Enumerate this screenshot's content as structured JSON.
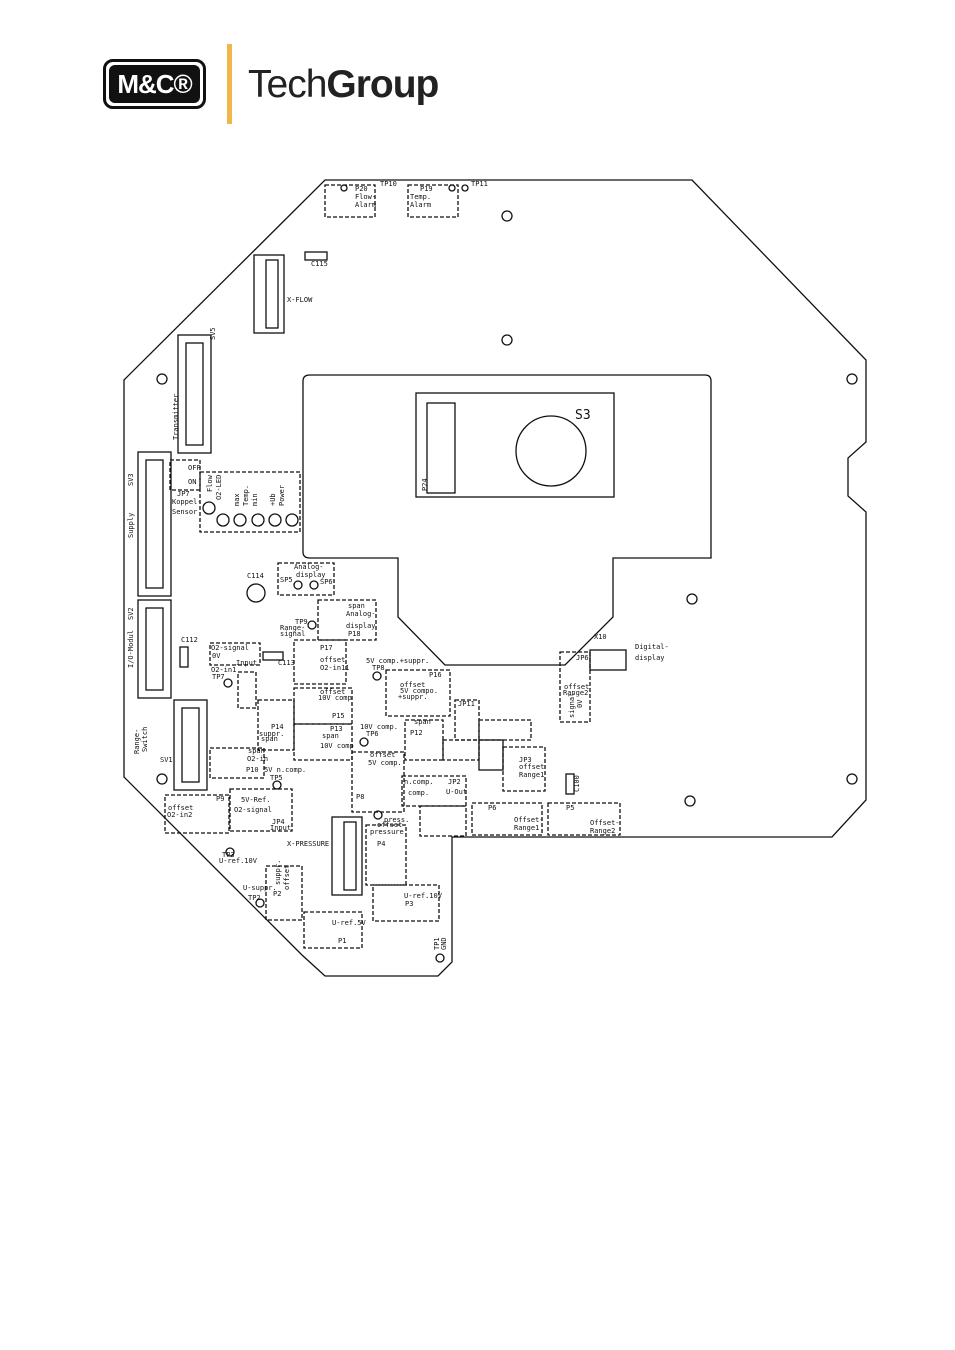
{
  "logo": {
    "badge": "M&C®",
    "tech": "Tech",
    "group": "Group"
  },
  "board": {
    "labels": {
      "s3": "S3",
      "tp10": "TP10",
      "tp11": "TP11",
      "p20": "P20",
      "p20_desc1": "Flow-",
      "p20_desc2": "Alarm",
      "p19": "P19",
      "p19_desc1": "Temp.",
      "p19_desc2": "Alarm",
      "c115": "C115",
      "xflow": "X-FLOW",
      "sv5": "SV5",
      "transmitter": "Transmitter",
      "sv3": "SV3",
      "supply": "Supply",
      "sv2": "SV2",
      "io_modul": "I/O-Modul",
      "off": "OFF",
      "on": "ON",
      "jp7": "JP7",
      "koppel": "Koppel-",
      "sensor": "Sensor",
      "flow": "Flow",
      "o2_led": "O2-LED",
      "max": "max",
      "temp": "Temp.",
      "min": "min",
      "ub": "+Ub",
      "power": "Power",
      "c114": "C114",
      "analog_display": "Analog-",
      "display": "display",
      "sp5": "SP5",
      "sp6": "SP6",
      "span": "span",
      "analog": "Analog-",
      "p18_display": "display",
      "p18": "P18",
      "tp9": "TP9",
      "range": "Range-",
      "signal": "signal",
      "c112": "C112",
      "o2_signal": "O2-signal",
      "ov": "0V",
      "input": "Input",
      "o2_in1": "O2-in1",
      "tp7": "TP7",
      "c113": "C113",
      "p17": "P17",
      "offset": "offset",
      "o2_in11": "O2-in11",
      "comp_supp": "5V comp.+suppr.",
      "tp8": "TP8",
      "offset5v": "offset",
      "comp5v": "5V compo.",
      "supp": "+suppr.",
      "p16": "P16",
      "p15_offset": "offset",
      "p15_10v": "10V comp",
      "p15": "P15",
      "p14": "P14",
      "supp_span": "suppr.",
      "span2": "span",
      "p13": "P13",
      "p13_span": "span",
      "p13_10v": "10V comp",
      "comp10v": "10V comp.",
      "tp6": "TP6",
      "p12": "P12",
      "span12": "span",
      "jp11": "JP11",
      "range_switch": "Range-",
      "switch": "Switch",
      "sv1": "SV1",
      "span_o2": "span",
      "o2_in": "O2-in",
      "p10": "P10",
      "tp5": "TP5",
      "nu_comp": "5V n.comp.",
      "offset_o2in2": "offset",
      "o2_in2": "O2-in2",
      "p9": "P9",
      "ref5v": "5V-Ref.",
      "o2_signal2": "O2-signal",
      "jp4": "JP4",
      "input2": "Input",
      "offset5": "offset",
      "comp5": "5V comp.",
      "p8": "P8",
      "ncomp": "n.comp.",
      "comp": "comp.",
      "jp2": "JP2",
      "u_out": "U-Out",
      "jp3": "JP3",
      "offset_range1": "offset",
      "range1": "Range1",
      "p4_off": "offset",
      "press": "press.",
      "pressure": "pressure",
      "p4": "P4",
      "p6": "P6",
      "offset_p6": "Offset-",
      "range_p6": "Range1",
      "p5": "P5",
      "offset_p5": "Offset-",
      "range_p5": "Range2",
      "c100": "C100",
      "x10": "X10",
      "digital": "Digital-",
      "digital_display": "display",
      "jp6": "JP6",
      "offset_jp": "offset",
      "range2_jp": "Range2",
      "signal_ov": "signal",
      "ov2": "0V",
      "x_pressure": "X-PRESSURE",
      "tp3": "TP3",
      "u_ref10": "U-ref.10V",
      "u_supp": "U-suppr.",
      "tp2": "TP2",
      "p2": "P2",
      "suppr_offset": "suppr.",
      "offset_p2": "offset",
      "p1": "P1",
      "u_ref5v": "U-ref.5V",
      "p3": "P3",
      "u_ref10v2": "U-ref.10V",
      "tp1": "TP1",
      "gnd": "GND",
      "p24": "P24"
    }
  }
}
